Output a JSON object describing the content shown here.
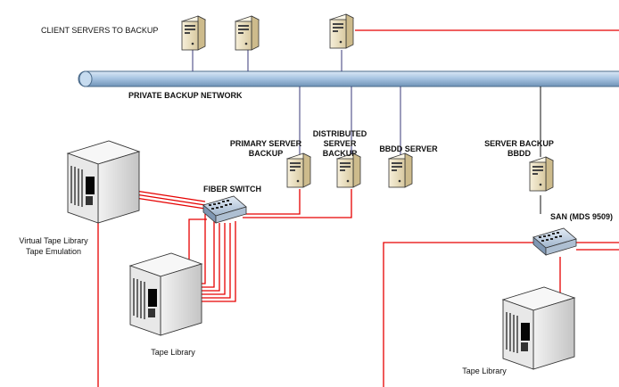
{
  "labels": {
    "client_servers": "CLIENT SERVERS TO BACKUP",
    "private_network": "PRIVATE BACKUP NETWORK",
    "primary_server_l1": "PRIMARY SERVER",
    "primary_server_l2": "BACKUP",
    "distributed_server_l1": "DISTRIBUTED",
    "distributed_server_l2": "SERVER",
    "distributed_server_l3": "BACKUP",
    "bbdd_server": "BBDD SERVER",
    "server_backup_bbdd_l1": "SERVER BACKUP",
    "server_backup_bbdd_l2": "BBDD",
    "fiber_switch": "FIBER SWITCH",
    "san": "SAN (MDS 9509)",
    "vtl_l1": "Virtual Tape Library",
    "vtl_l2": "Tape Emulation",
    "tape_library_1": "Tape Library",
    "tape_library_2": "Tape Library"
  },
  "icons": {
    "server": "server-tower-icon",
    "switch": "network-switch-icon",
    "storage": "tape-library-cabinet-icon"
  },
  "colors": {
    "fiber_link": "#e60000",
    "network_link": "#3a3a7a",
    "backbone_fill": "#a9c6e3",
    "backbone_stroke": "#4a6a8a",
    "server_fill": "#efe4c4",
    "switch_fill": "#c9d6e6"
  }
}
